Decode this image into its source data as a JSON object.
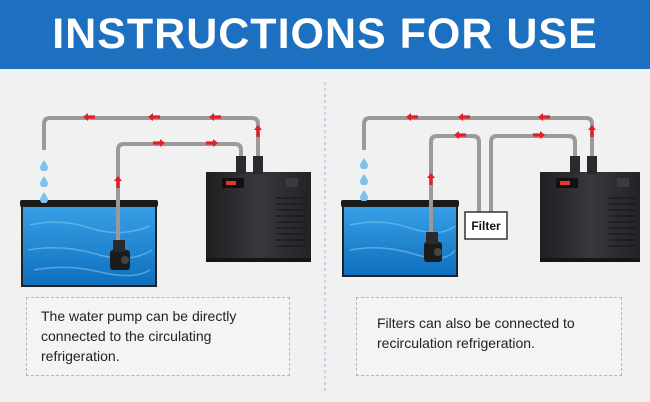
{
  "header": {
    "title": "INSTRUCTIONS FOR USE"
  },
  "colors": {
    "banner": "#1d6fc0",
    "arrow": "#e41e26",
    "water": "#1a8ad6",
    "pipe": "#9a9a9a",
    "chiller": "#2a2a2e",
    "divider": "#8fb6e0"
  },
  "left_panel": {
    "caption": "The water pump can be directly connected to the circulating refrigeration."
  },
  "right_panel": {
    "filter_label": "Filter",
    "caption": "Filters can also be connected to recirculation refrigeration."
  }
}
